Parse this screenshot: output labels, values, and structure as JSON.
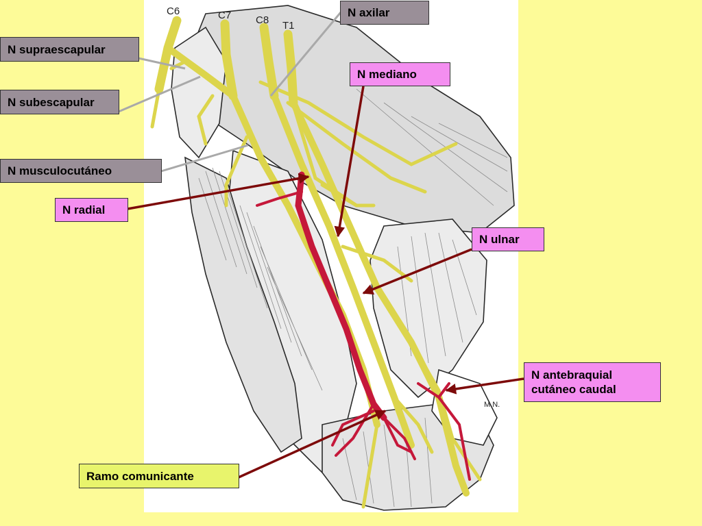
{
  "colors": {
    "slide_background": "#fdfb98",
    "nerve": "#dcd54c",
    "artery": "#c5183a",
    "gray_label": "#9a8f98",
    "pink_label": "#f48ef0",
    "lime_label": "#e8f46c",
    "gray_leader": "#a9a9a9",
    "red_arrow": "#7d0a0a"
  },
  "illustration": {
    "root_labels": [
      "C6",
      "C7",
      "C8",
      "T1"
    ],
    "signature": "M.N."
  },
  "labels": {
    "axilar": "N axilar",
    "supraescapular": "N supraescapular",
    "subescapular": "N subescapular",
    "mediano": "N mediano",
    "musculocutaneo": "N musculocutáneo",
    "radial": "N radial",
    "ulnar": "N ulnar",
    "antebraquial_line1": "N antebraquial",
    "antebraquial_line2": "cutáneo caudal",
    "ramo": "Ramo comunicante"
  }
}
